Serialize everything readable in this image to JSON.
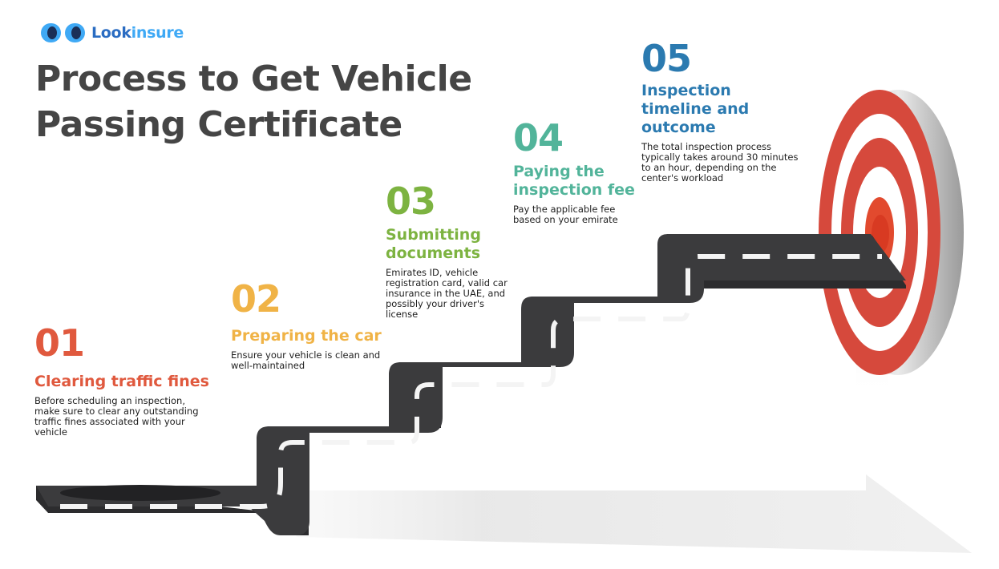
{
  "logo": {
    "part1": "Look",
    "part2": "insure"
  },
  "title": {
    "line1": "Process to Get Vehicle",
    "line2": "Passing Certificate"
  },
  "steps": [
    {
      "number": "01",
      "heading": "Clearing traffic fines",
      "description": "Before scheduling an inspection, make sure to clear any outstanding traffic fines associated with your vehicle",
      "color": "#e0593e"
    },
    {
      "number": "02",
      "heading": "Preparing the car",
      "description": "Ensure your vehicle is clean and well-maintained",
      "color": "#f0b346"
    },
    {
      "number": "03",
      "heading": "Submitting documents",
      "description": "Emirates ID, vehicle registration card, valid car insurance in the UAE, and possibly your driver's license",
      "color": "#7db341"
    },
    {
      "number": "04",
      "heading": "Paying the inspection fee",
      "description": "Pay the applicable fee based on your emirate",
      "color": "#52b49a"
    },
    {
      "number": "05",
      "heading": "Inspection timeline and outcome",
      "description": "The total inspection process typically takes around 30 minutes to an hour, depending on the center's workload",
      "color": "#2b7ab0"
    }
  ],
  "colors": {
    "road": "#3b3b3d",
    "lane": "#f4f4f4",
    "target_red": "#d6493c",
    "logo_blue": "#3fa9f5"
  }
}
